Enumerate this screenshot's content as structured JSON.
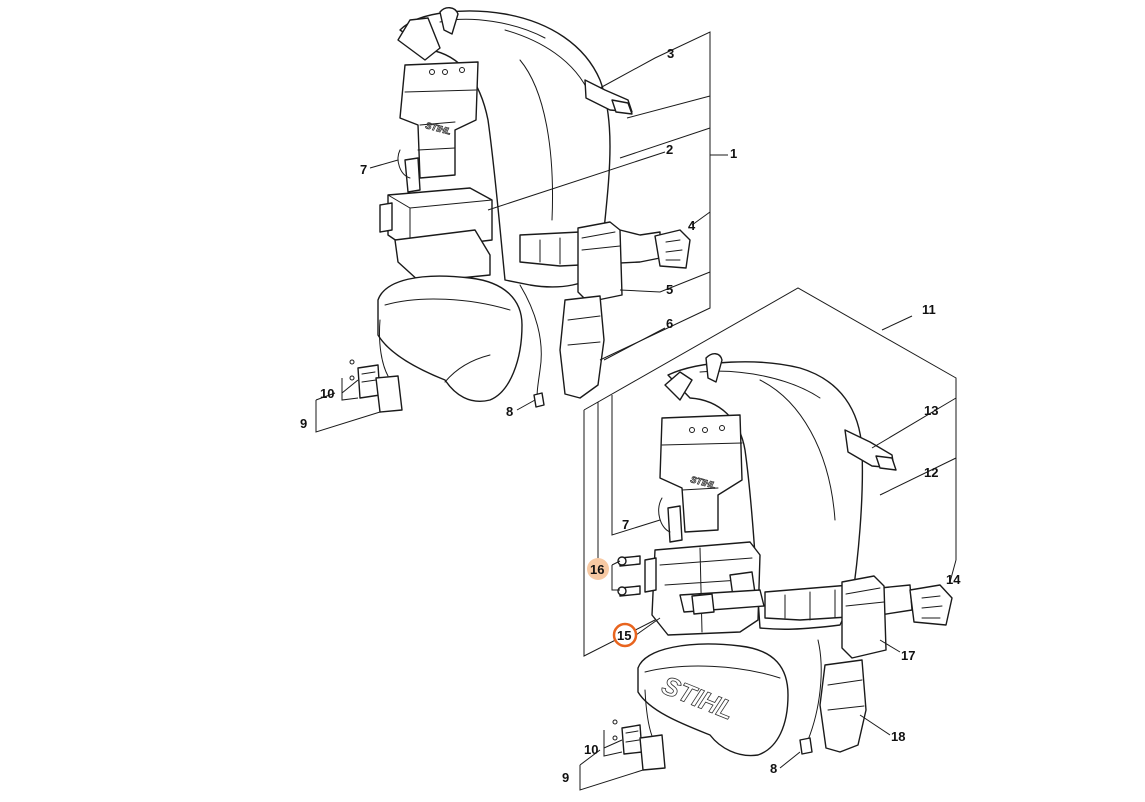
{
  "callouts_upper": {
    "n1": "1",
    "n2": "2",
    "n3": "3",
    "n4": "4",
    "n5": "5",
    "n6": "6",
    "n7": "7",
    "n8": "8",
    "n9": "9",
    "n10": "10"
  },
  "callouts_lower": {
    "n7": "7",
    "n8": "8",
    "n9": "9",
    "n10": "10",
    "n11": "11",
    "n12": "12",
    "n13": "13",
    "n14": "14",
    "n15": "15",
    "n16": "16",
    "n17": "17",
    "n18": "18"
  },
  "highlights": {
    "selected_color": "#e8641e",
    "hover_color": "#f7c9a3"
  },
  "logo_text": {
    "harness_plate": "STIHL",
    "hip_pad": "STIHL",
    "plate_lower": "STIHL"
  }
}
